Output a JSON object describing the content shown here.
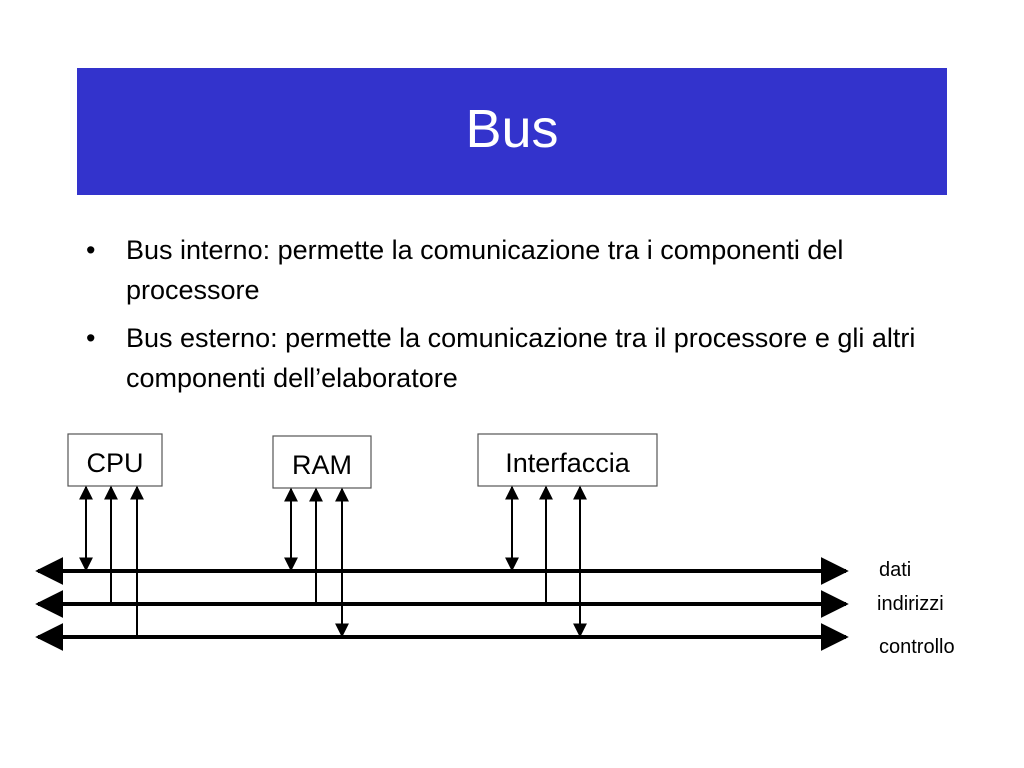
{
  "slide": {
    "title": "Bus",
    "bullets": [
      {
        "text": "Bus interno: permette la comunicazione tra i componenti del processore"
      },
      {
        "text": "Bus esterno: permette la comunicazione tra il processore e gli altri componenti dell’elaboratore"
      }
    ],
    "bullet_symbol": "•"
  },
  "diagram": {
    "components": [
      {
        "id": "cpu",
        "label": "CPU"
      },
      {
        "id": "ram",
        "label": "RAM"
      },
      {
        "id": "io",
        "label": "Interfaccia"
      }
    ],
    "buses": [
      {
        "id": "data",
        "label": "dati",
        "bidirectional_links": true
      },
      {
        "id": "address",
        "label": "indirizzi",
        "bidirectional_links": false
      },
      {
        "id": "control",
        "label": "controllo",
        "bidirectional_links": false
      }
    ],
    "links": [
      {
        "component": "cpu",
        "bus": "data",
        "arrows": "both"
      },
      {
        "component": "cpu",
        "bus": "address",
        "arrows": "up"
      },
      {
        "component": "cpu",
        "bus": "control",
        "arrows": "up"
      },
      {
        "component": "ram",
        "bus": "data",
        "arrows": "both"
      },
      {
        "component": "ram",
        "bus": "address",
        "arrows": "up"
      },
      {
        "component": "ram",
        "bus": "control",
        "arrows": "both"
      },
      {
        "component": "io",
        "bus": "data",
        "arrows": "both"
      },
      {
        "component": "io",
        "bus": "address",
        "arrows": "up"
      },
      {
        "component": "io",
        "bus": "control",
        "arrows": "both"
      }
    ]
  },
  "colors": {
    "title_background": "#3333cc",
    "title_text": "#ffffff",
    "body_text": "#000000",
    "box_border": "#555555",
    "lines": "#000000"
  }
}
